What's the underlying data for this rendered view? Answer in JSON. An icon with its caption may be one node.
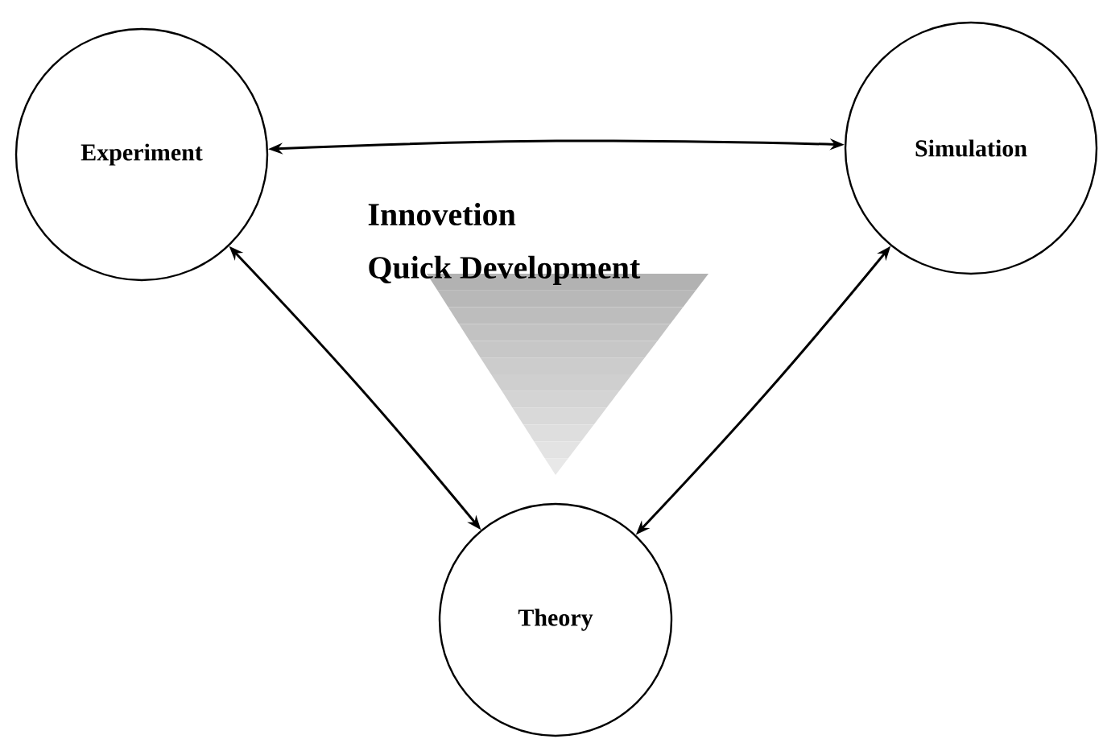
{
  "diagram": {
    "nodes": [
      {
        "text": [
          "Experiment"
        ]
      },
      {
        "text": [
          "Simulation"
        ]
      },
      {
        "text": [
          "Theory"
        ]
      }
    ],
    "edges": [
      {
        "from": 0,
        "to": 1,
        "arrow": "both"
      },
      {
        "from": 0,
        "to": 2,
        "arrow": "both"
      },
      {
        "from": 1,
        "to": 2,
        "arrow": "both"
      }
    ],
    "labels": [
      "Innovetion",
      "Quick Development"
    ]
  }
}
